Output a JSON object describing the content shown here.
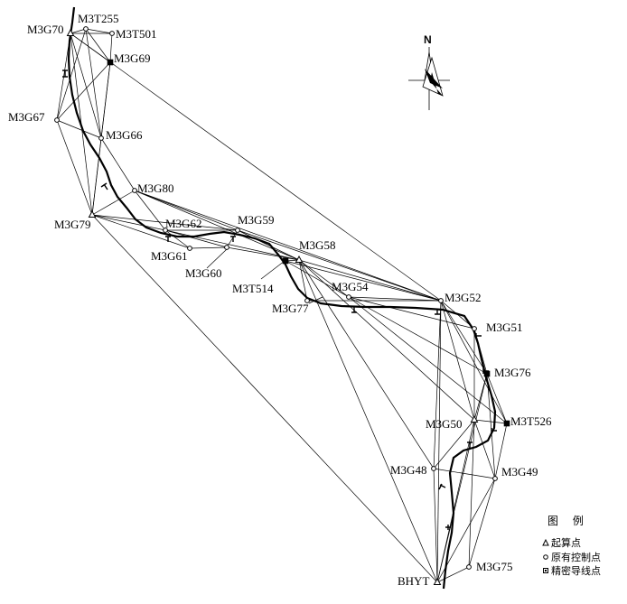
{
  "network": {
    "labels": {
      "M3G70": "M3G70",
      "M3T255": "M3T255",
      "M3T501": "M3T501",
      "M3G69": "M3G69",
      "M3G67": "M3G67",
      "M3G66": "M3G66",
      "M3G80": "M3G80",
      "M3G79": "M3G79",
      "M3G62": "M3G62",
      "M3G59": "M3G59",
      "M3G61": "M3G61",
      "M3G60": "M3G60",
      "M3G58": "M3G58",
      "M3T514": "M3T514",
      "M3G54": "M3G54",
      "M3G77": "M3G77",
      "M3G52": "M3G52",
      "M3G51": "M3G51",
      "M3G76": "M3G76",
      "M3G50": "M3G50",
      "M3T526": "M3T526",
      "M3G48": "M3G48",
      "M3G49": "M3G49",
      "BHYT": "BHYT",
      "M3G75": "M3G75"
    },
    "point_types": {
      "M3G70": "start",
      "M3T255": "control",
      "M3T501": "control",
      "M3G69": "traverse",
      "M3G67": "control",
      "M3G66": "control",
      "M3G80": "control",
      "M3G79": "start",
      "M3G62": "control",
      "M3G59": "control",
      "M3G61": "control",
      "M3G60": "control",
      "M3G58": "start",
      "M3T514": "traverse",
      "M3G54": "control",
      "M3G77": "control",
      "M3G52": "control",
      "M3G51": "control",
      "M3G76": "traverse",
      "M3G50": "start",
      "M3T526": "traverse",
      "M3G48": "control",
      "M3G49": "control",
      "BHYT": "start",
      "M3G75": "control"
    }
  },
  "north_arrow": {
    "label": "N"
  },
  "legend": {
    "title": "图 例",
    "items": [
      {
        "symbol": "triangle-icon",
        "label": "起算点"
      },
      {
        "symbol": "circle-icon",
        "label": "原有控制点"
      },
      {
        "symbol": "square-icon",
        "label": "精密导线点"
      }
    ]
  }
}
